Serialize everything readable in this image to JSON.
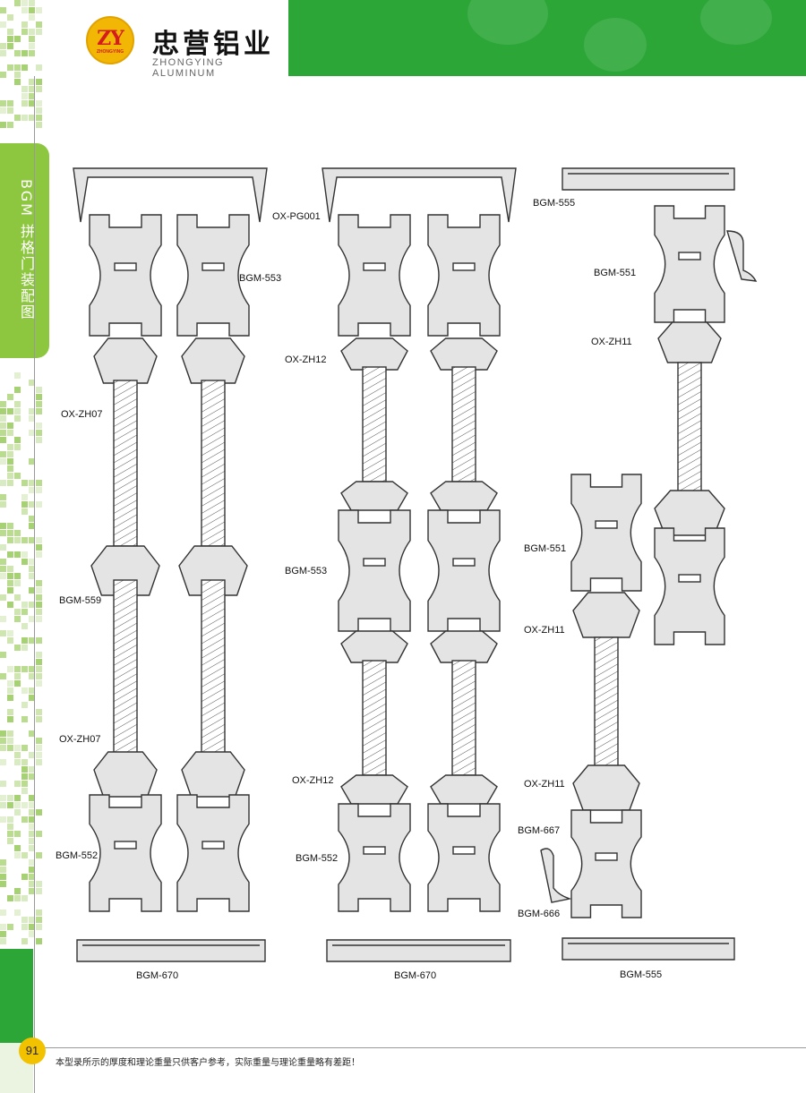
{
  "header": {
    "logo_letters": "ZY",
    "logo_small": "ZHONGYING",
    "brand_cn": "忠营铝业",
    "brand_en": "ZHONGYING ALUMINUM"
  },
  "side_tab": {
    "title": "BGM 拼格门装配图"
  },
  "labels": {
    "c1_bgm553": "BGM-553",
    "c1_oxzh07_top": "OX-ZH07",
    "c1_bgm559": "BGM-559",
    "c1_oxzh07_bottom": "OX-ZH07",
    "c1_bgm552": "BGM-552",
    "c1_bgm670": "BGM-670",
    "c2_oxpg001": "OX-PG001",
    "c2_oxzh12_top": "OX-ZH12",
    "c2_bgm553": "BGM-553",
    "c2_oxzh12_bottom": "OX-ZH12",
    "c2_bgm552": "BGM-552",
    "c2_bgm670": "BGM-670",
    "c3_bgm555_top": "BGM-555",
    "c3_bgm551_top": "BGM-551",
    "c3_oxzh11_top": "OX-ZH11",
    "c3_bgm551_mid": "BGM-551",
    "c3_oxzh11_mid": "OX-ZH11",
    "c3_oxzh11_low": "OX-ZH11",
    "c3_bgm667": "BGM-667",
    "c3_bgm666": "BGM-666",
    "c3_bgm555_bottom": "BGM-555"
  },
  "footer": {
    "page_number": "91",
    "note": "本型录所示的厚度和理论重量只供客户参考，实际重量与理论重量略有差距！"
  },
  "colors": {
    "green": "#2ca637",
    "lime": "#8dc63f",
    "yellow": "#f2c200",
    "profile_fill": "#e4e4e4",
    "profile_stroke": "#333333"
  }
}
